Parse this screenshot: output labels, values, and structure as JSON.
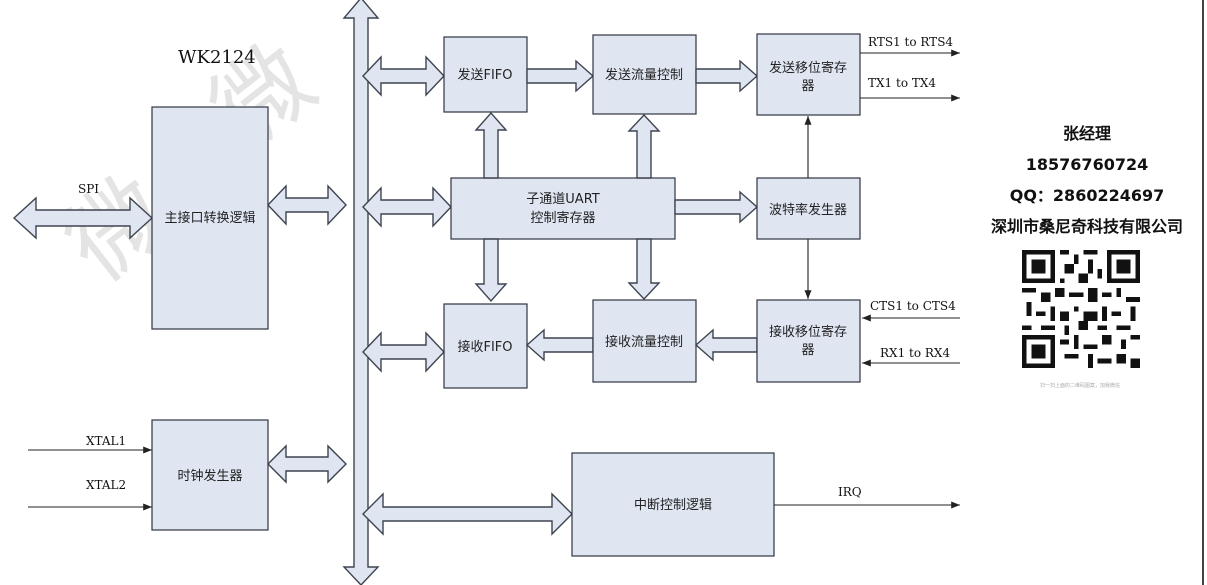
{
  "diagram": {
    "title": "WK2124",
    "watermark": "微",
    "blocks": {
      "host_interface": "主接口转换逻辑",
      "clock_generator": "时钟发生器",
      "tx_fifo": "发送FIFO",
      "tx_flow_control": "发送流量控制",
      "tx_shift_register_l1": "发送移位寄存",
      "tx_shift_register_l2": "器",
      "uart_registers_l1": "子通道UART",
      "uart_registers_l2": "控制寄存器",
      "baud_generator": "波特率发生器",
      "rx_fifo": "接收FIFO",
      "rx_flow_control": "接收流量控制",
      "rx_shift_register_l1": "接收移位寄存",
      "rx_shift_register_l2": "器",
      "interrupt_logic": "中断控制逻辑"
    },
    "signals": {
      "spi": "SPI",
      "xtal1": "XTAL1",
      "xtal2": "XTAL2",
      "rts": "RTS1 to RTS4",
      "tx": "TX1 to TX4",
      "cts": "CTS1 to CTS4",
      "rx": "RX1 to RX4",
      "irq": "IRQ"
    }
  },
  "contact": {
    "name": "张经理",
    "phone": "18576760724",
    "qq": "QQ：2860224697",
    "company": "深圳市桑尼奇科技有限公司",
    "qr_caption": "扫一扫上面的二维码图案，加我微信"
  }
}
